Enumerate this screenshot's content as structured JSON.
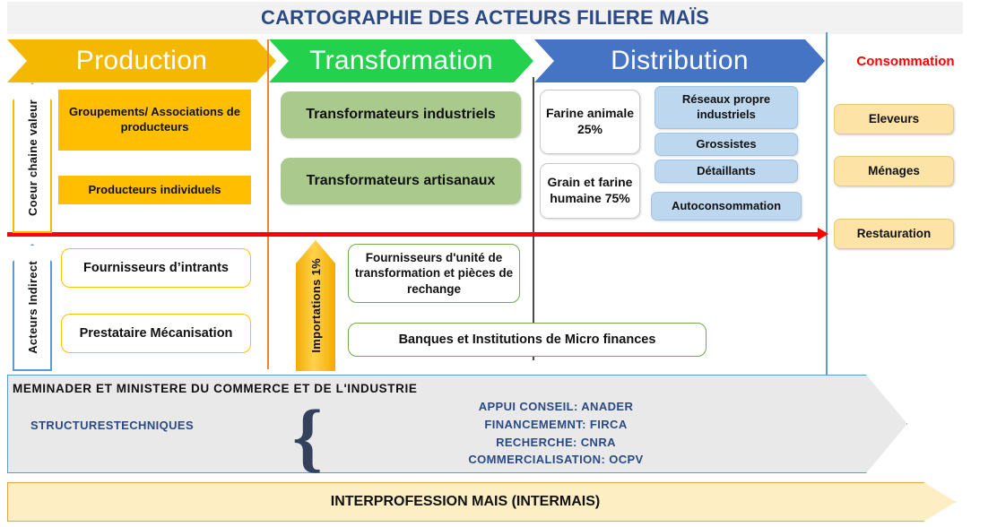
{
  "title": "CARTOGRAPHIE DES ACTEURS  FILIERE MAÏS",
  "stages": [
    {
      "key": "production",
      "label": "Production",
      "color": "#f5b800"
    },
    {
      "key": "transformation",
      "label": "Transformation",
      "color": "#24d14d"
    },
    {
      "key": "distribution",
      "label": "Distribution",
      "color": "#4574c4"
    },
    {
      "key": "consommation",
      "label": "Consommation",
      "color": "#ff0000"
    }
  ],
  "side_labels": {
    "core": "Coeur chaine valeur",
    "indirect": "Acteurs  Indirect",
    "imports": "Importations 1%"
  },
  "production": {
    "boxes": [
      {
        "label": "Groupements/ Associations de producteurs"
      },
      {
        "label": "Producteurs individuels"
      }
    ]
  },
  "transformation": {
    "boxes": [
      {
        "label": "Transformateurs industriels"
      },
      {
        "label": "Transformateurs artisanaux"
      }
    ]
  },
  "distribution": {
    "products": [
      {
        "label": "Farine animale 25%",
        "share": "25%"
      },
      {
        "label": "Grain et farine humaine 75%",
        "share": "75%"
      }
    ],
    "channels": [
      {
        "label": "Réseaux propre industriels"
      },
      {
        "label": "Grossistes"
      },
      {
        "label": "Détaillants"
      },
      {
        "label": "Autoconsommation"
      }
    ]
  },
  "consommation": {
    "boxes": [
      {
        "label": "Eleveurs"
      },
      {
        "label": "Ménages"
      },
      {
        "label": "Restauration"
      }
    ]
  },
  "indirect": {
    "production_boxes": [
      {
        "label": "Fournisseurs d’intrants"
      },
      {
        "label": "Prestataire Mécanisation"
      }
    ],
    "transformation_boxes": [
      {
        "label": "Fournisseurs d'unité de transformation et pièces de rechange"
      }
    ],
    "finance_box": {
      "label": "Banques et Institutions de Micro finances"
    }
  },
  "institutions": {
    "ministry": "MEMINADER ET MINISTERE DU COMMERCE ET DE L'INDUSTRIE",
    "technical": "STRUCTURESTECHNIQUES",
    "brace": "{",
    "services": [
      "APPUI CONSEIL: ANADER",
      "FINANCEMEMNT: FIRCA",
      "RECHERCHE: CNRA",
      "COMMERCIALISATION: OCPV"
    ]
  },
  "interprofession": {
    "label": "INTERPROFESSION MAIS (INTERMAIS)"
  },
  "chart_data": {
    "type": "diagram",
    "title": "CARTOGRAPHIE DES ACTEURS  FILIERE MAÏS",
    "annotations": [
      {
        "label": "Farine animale",
        "value": 25,
        "unit": "%"
      },
      {
        "label": "Grain et farine humaine",
        "value": 75,
        "unit": "%"
      },
      {
        "label": "Importations",
        "value": 1,
        "unit": "%"
      }
    ]
  }
}
